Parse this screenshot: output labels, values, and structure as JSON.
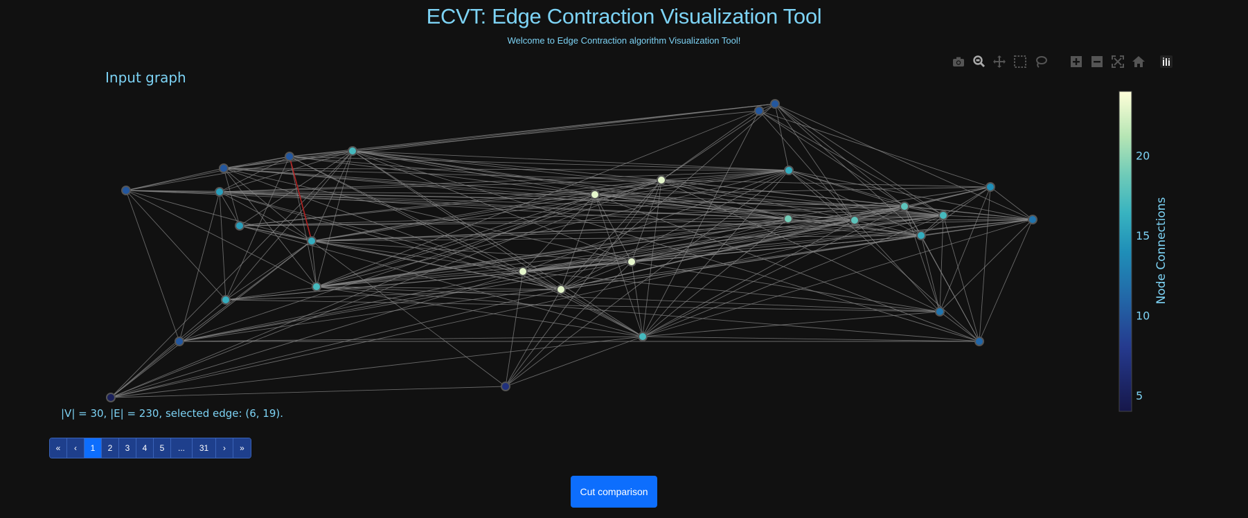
{
  "app": {
    "title": "ECVT: Edge Contraction Visualization Tool",
    "subtitle": "Welcome to Edge Contraction algorithm Visualization Tool!"
  },
  "graph": {
    "title": "Input graph",
    "info": "|V| = 30, |E| = 230, selected edge: (6, 19).",
    "edge_color": "#888888",
    "selected_edge_color": "#b22222",
    "node_outline": "#555555"
  },
  "colorbar": {
    "title": "Node Connections",
    "ticks": [
      "5",
      "10",
      "15",
      "20"
    ],
    "tick_values": [
      5,
      10,
      15,
      20
    ],
    "range": [
      4,
      24
    ],
    "colorscale": [
      "#16174a",
      "#2a3b8f",
      "#2567a8",
      "#1f8eb8",
      "#2fb0c1",
      "#58c5b9",
      "#92d8b6",
      "#cdeeb4",
      "#ffffd9"
    ]
  },
  "modebar": {
    "buttons": [
      "camera-icon",
      "zoom-icon",
      "pan-icon",
      "box-select-icon",
      "lasso-icon",
      "zoom-in-icon",
      "zoom-out-icon",
      "autoscale-icon",
      "reset-icon",
      "plotly-logo"
    ]
  },
  "pagination": {
    "first": "«",
    "prev": "‹",
    "pages": [
      "1",
      "2",
      "3",
      "4",
      "5"
    ],
    "ellipsis": "...",
    "last_page": "31",
    "next": "›",
    "last": "»",
    "active": "1"
  },
  "actions": {
    "cut_comparison": "Cut comparison"
  }
}
